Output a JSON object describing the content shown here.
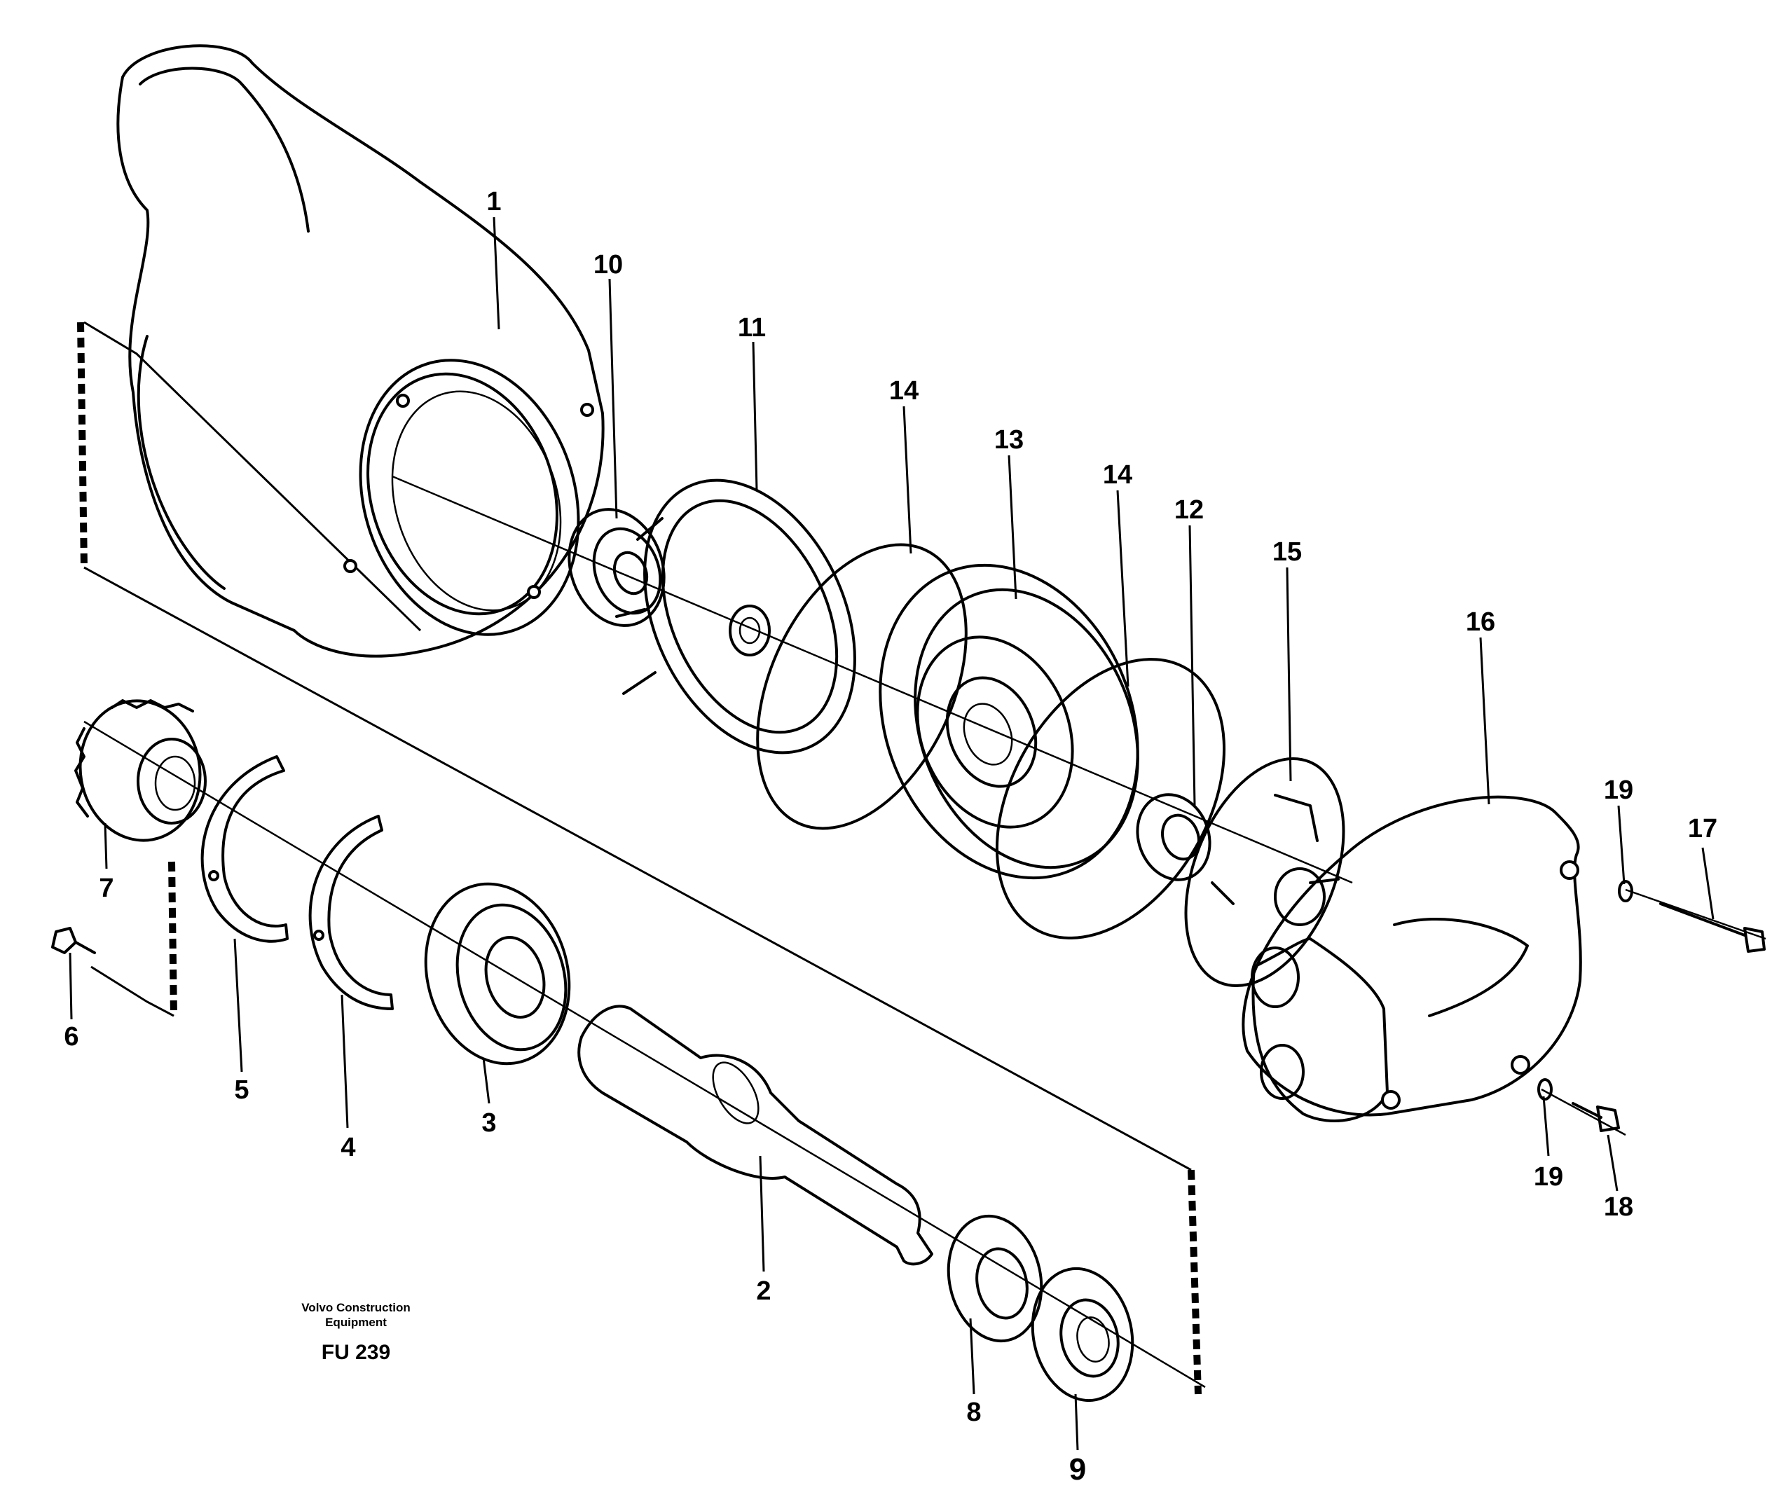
{
  "figure": {
    "publisher_line1": "Volvo Construction",
    "publisher_line2": "Equipment",
    "figure_code": "FU 239"
  },
  "callouts": {
    "c1": "1",
    "c2": "2",
    "c3": "3",
    "c4": "4",
    "c5": "5",
    "c6": "6",
    "c7": "7",
    "c8": "8",
    "c9": "9",
    "c10": "10",
    "c11": "11",
    "c12": "12",
    "c13": "13",
    "c14a": "14",
    "c14b": "14",
    "c15": "15",
    "c16": "16",
    "c17": "17",
    "c18": "18",
    "c19a": "19",
    "c19b": "19"
  }
}
